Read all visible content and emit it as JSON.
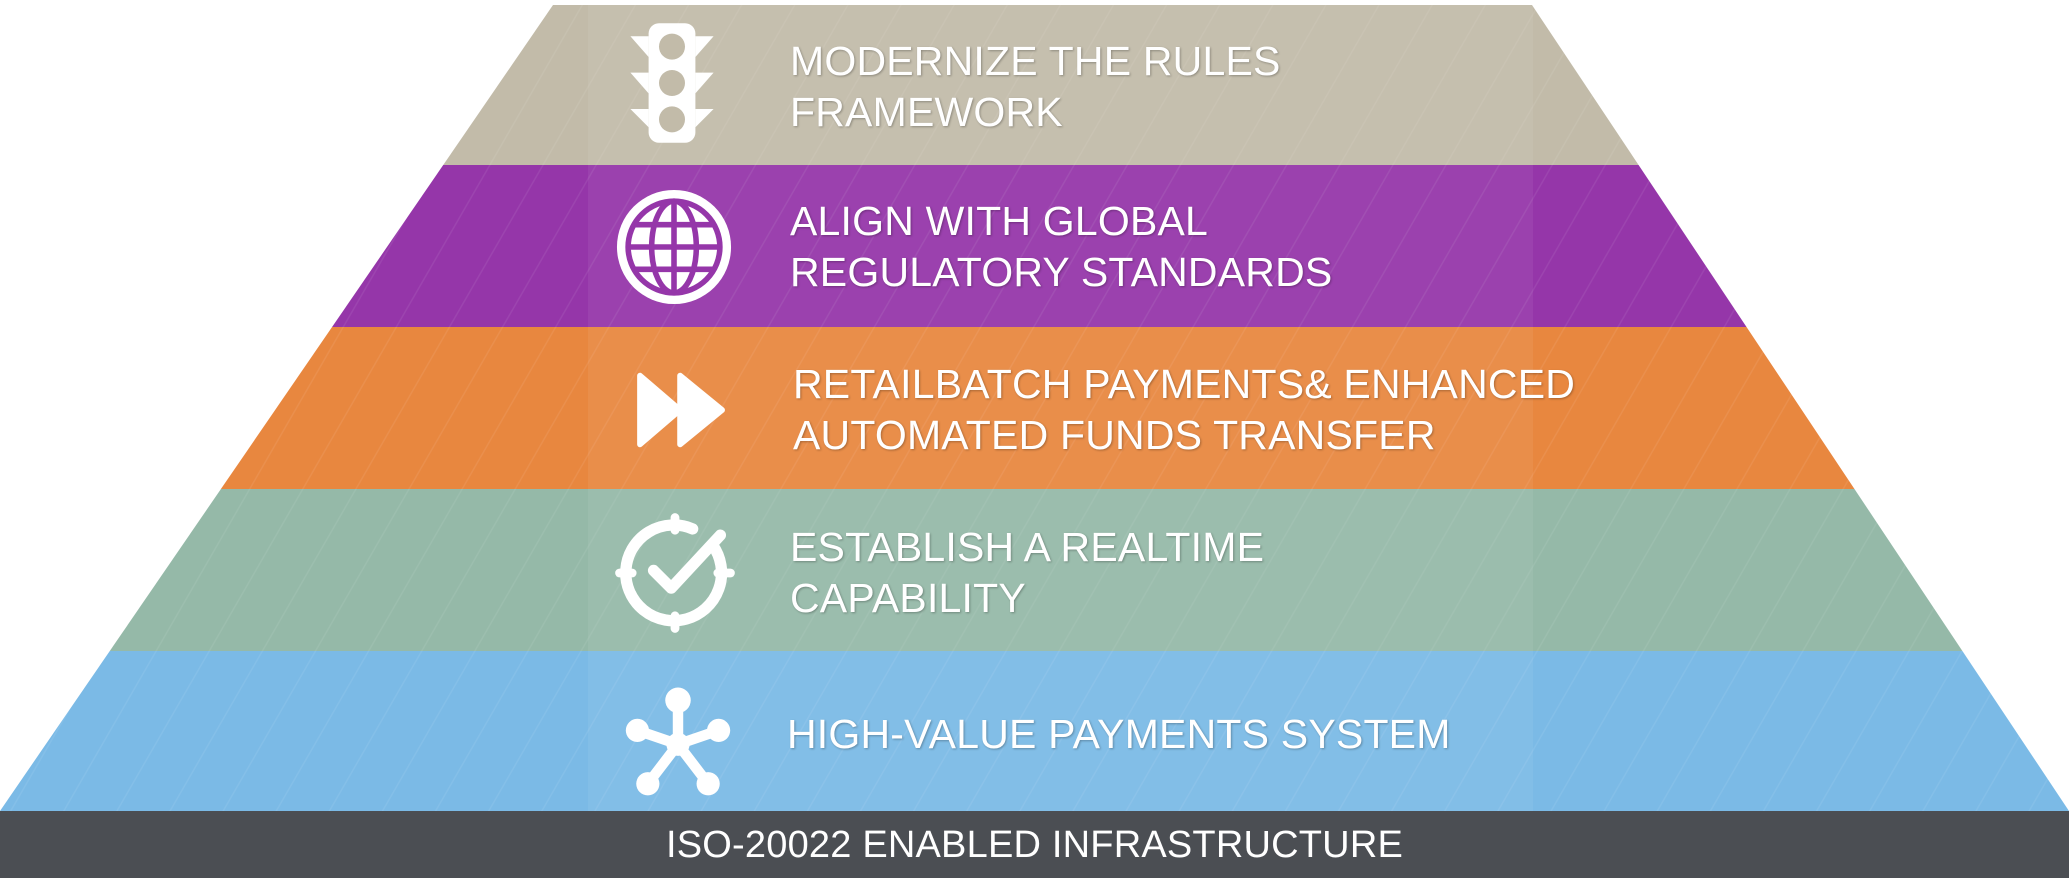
{
  "tiers": [
    {
      "id": "rules",
      "line1": "MODERNIZE THE RULES",
      "line2": "FRAMEWORK",
      "color": "#c2bba9",
      "icon": "traffic-light-icon"
    },
    {
      "id": "global",
      "line1": "ALIGN WITH GLOBAL",
      "line2": "REGULATORY STANDARDS",
      "color": "#9536a9",
      "icon": "globe-icon"
    },
    {
      "id": "retail",
      "line1": "RETAILBATCH PAYMENTS& ENHANCED",
      "line2": "AUTOMATED FUNDS TRANSFER",
      "color": "#e8873f",
      "icon": "fast-forward-icon"
    },
    {
      "id": "realtime",
      "line1": "ESTABLISH A REALTIME",
      "line2": "CAPABILITY",
      "color": "#95b9a8",
      "icon": "clock-check-icon"
    },
    {
      "id": "highvalue",
      "line1": "HIGH-VALUE PAYMENTS  SYSTEM",
      "line2": "",
      "color": "#7bbae6",
      "icon": "network-hub-icon"
    }
  ],
  "base": {
    "label": "ISO-20022 ENABLED INFRASTRUCTURE",
    "color": "#4b4e53"
  }
}
